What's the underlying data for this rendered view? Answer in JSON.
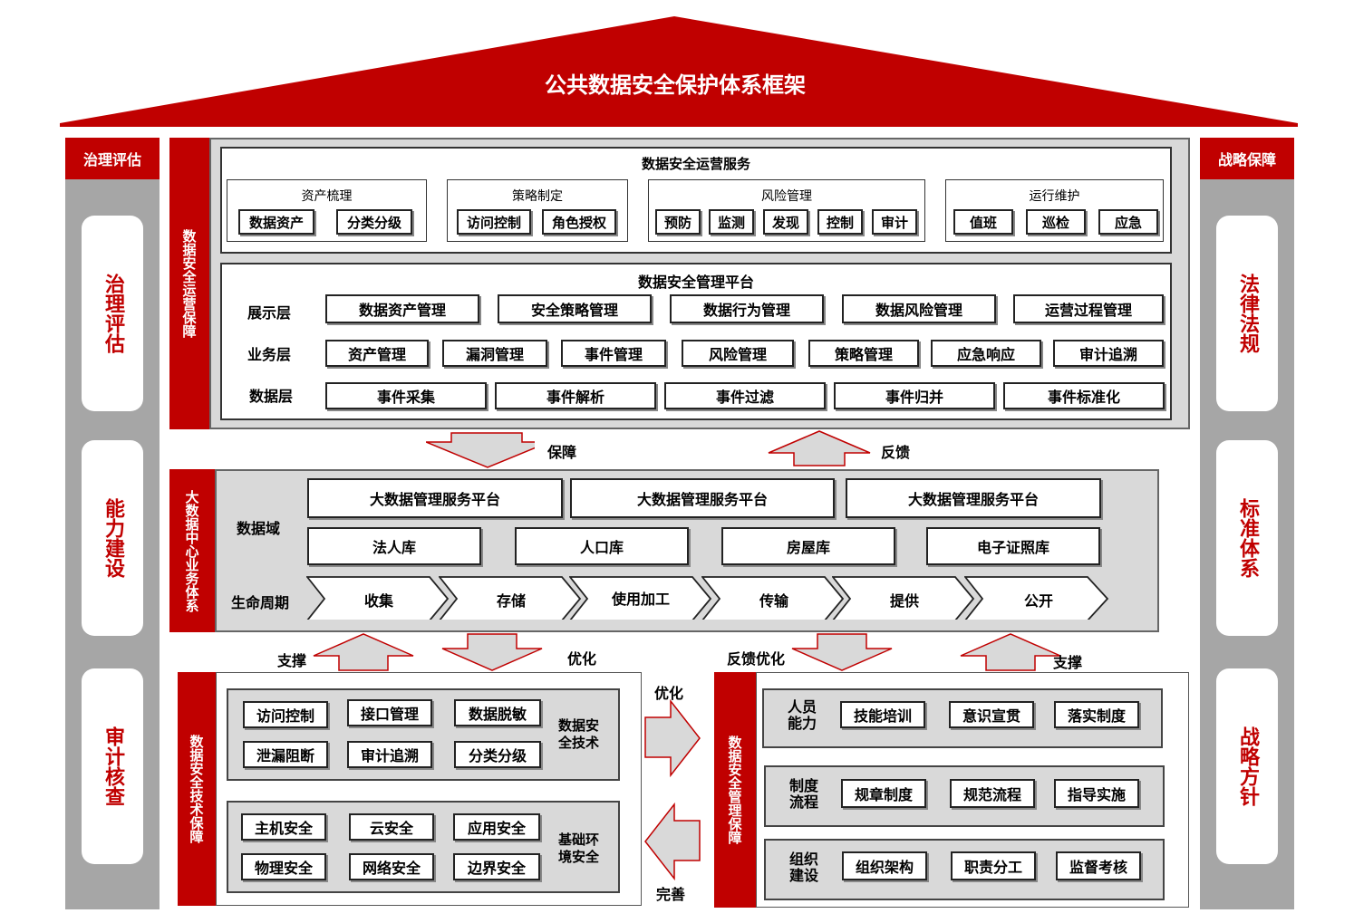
{
  "title": "公共数据安全保护体系框架",
  "left_pillar": {
    "header": "治理评估",
    "items": [
      "治理评估",
      "能力建设",
      "审计核查"
    ]
  },
  "right_pillar": {
    "header": "战略保障",
    "items": [
      "法律法规",
      "标准体系",
      "战略方针"
    ]
  },
  "ops_guarantee_label": "数据安全运营保障",
  "ops_service": {
    "title": "数据安全运营服务",
    "groups": [
      {
        "title": "资产梳理",
        "items": [
          "数据资产",
          "分类分级"
        ]
      },
      {
        "title": "策略制定",
        "items": [
          "访问控制",
          "角色授权"
        ]
      },
      {
        "title": "风险管理",
        "items": [
          "预防",
          "监测",
          "发现",
          "控制",
          "审计"
        ]
      },
      {
        "title": "运行维护",
        "items": [
          "值班",
          "巡检",
          "应急"
        ]
      }
    ]
  },
  "mgmt_platform": {
    "title": "数据安全管理平台",
    "rows": [
      {
        "label": "展示层",
        "items": [
          "数据资产管理",
          "安全策略管理",
          "数据行为管理",
          "数据风险管理",
          "运营过程管理"
        ]
      },
      {
        "label": "业务层",
        "items": [
          "资产管理",
          "漏洞管理",
          "事件管理",
          "风险管理",
          "策略管理",
          "应急响应",
          "审计追溯"
        ]
      },
      {
        "label": "数据层",
        "items": [
          "事件采集",
          "事件解析",
          "事件过滤",
          "事件归并",
          "事件标准化"
        ]
      }
    ]
  },
  "arrows_mid": {
    "down": "保障",
    "up": "反馈"
  },
  "bigdata": {
    "label": "大数据中心业务体系",
    "domain_label": "数据域",
    "platforms": [
      "大数据管理服务平台",
      "大数据管理服务平台",
      "大数据管理服务平台"
    ],
    "libraries": [
      "法人库",
      "人口库",
      "房屋库",
      "电子证照库"
    ],
    "lifecycle_label": "生命周期",
    "lifecycle": [
      "收集",
      "存储",
      "使用加工",
      "传输",
      "提供",
      "公开"
    ]
  },
  "arrows_low": {
    "support_left": "支撑",
    "optimize_left": "优化",
    "feedback_right": "反馈优化",
    "support_right": "支撑"
  },
  "tech": {
    "label": "数据安全技术保障",
    "groups": [
      {
        "title": "数据安全技术",
        "items": [
          "访问控制",
          "接口管理",
          "数据脱敏",
          "泄漏阻断",
          "审计追溯",
          "分类分级"
        ]
      },
      {
        "title": "基础环境安全",
        "items": [
          "主机安全",
          "云安全",
          "应用安全",
          "物理安全",
          "网络安全",
          "边界安全"
        ]
      }
    ]
  },
  "side_arrows": {
    "right": "优化",
    "left": "完善"
  },
  "mgmt": {
    "label": "数据安全管理保障",
    "groups": [
      {
        "title": "人员能力",
        "items": [
          "技能培训",
          "意识宣贯",
          "落实制度"
        ]
      },
      {
        "title": "制度流程",
        "items": [
          "规章制度",
          "规范流程",
          "指导实施"
        ]
      },
      {
        "title": "组织建设",
        "items": [
          "组织架构",
          "职责分工",
          "监督考核"
        ]
      }
    ]
  },
  "colors": {
    "accent": "#c00000",
    "panel": "#d9d9d9",
    "pillar": "#a6a6a6"
  }
}
